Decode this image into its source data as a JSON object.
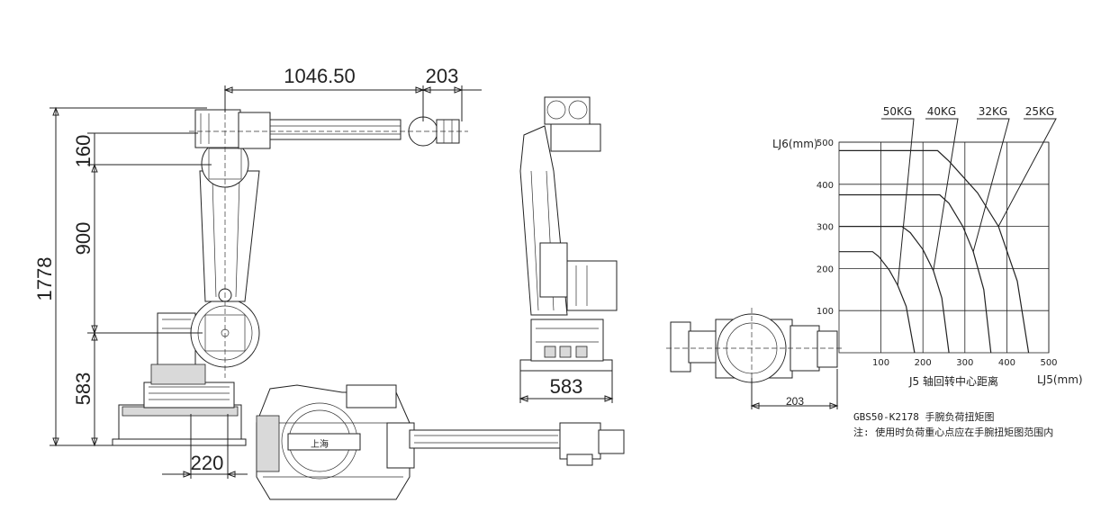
{
  "dimensions": {
    "side_reach": "1046.50",
    "side_wrist": "203",
    "side_total_height": "1778",
    "side_arm_offset": "160",
    "side_upper_arm": "900",
    "side_base_height": "583",
    "side_base_offset": "220",
    "front_base_width": "583",
    "wrist_view_offset": "203"
  },
  "chart_data": {
    "type": "line",
    "xlabel": "LJ5(mm)",
    "ylabel": "LJ6(mm)",
    "x_ticks": [
      "100",
      "200",
      "300",
      "400",
      "500"
    ],
    "y_ticks": [
      "100",
      "200",
      "300",
      "400",
      "500"
    ],
    "xlim": [
      0,
      500
    ],
    "ylim": [
      0,
      500
    ],
    "grid": true,
    "axis_caption": "J5 轴回转中心距离",
    "series": [
      {
        "name": "50KG",
        "x": [
          0,
          80,
          95,
          120,
          140,
          160,
          180
        ],
        "y": [
          240,
          240,
          228,
          196,
          160,
          110,
          0
        ]
      },
      {
        "name": "40KG",
        "x": [
          0,
          150,
          170,
          200,
          225,
          245,
          262
        ],
        "y": [
          300,
          300,
          285,
          245,
          195,
          130,
          0
        ]
      },
      {
        "name": "32KG",
        "x": [
          0,
          240,
          262,
          295,
          320,
          345,
          362
        ],
        "y": [
          375,
          375,
          355,
          300,
          240,
          150,
          0
        ]
      },
      {
        "name": "25KG",
        "x": [
          0,
          235,
          262,
          330,
          380,
          425,
          452
        ],
        "y": [
          480,
          480,
          455,
          380,
          300,
          170,
          0
        ]
      }
    ],
    "callout_labels": [
      "50KG",
      "40KG",
      "32KG",
      "25KG"
    ]
  },
  "caption": {
    "line1": "GBS50-K2178 手腕负荷扭矩图",
    "line2": "注: 使用时负荷重心点应在手腕扭矩图范围内"
  }
}
